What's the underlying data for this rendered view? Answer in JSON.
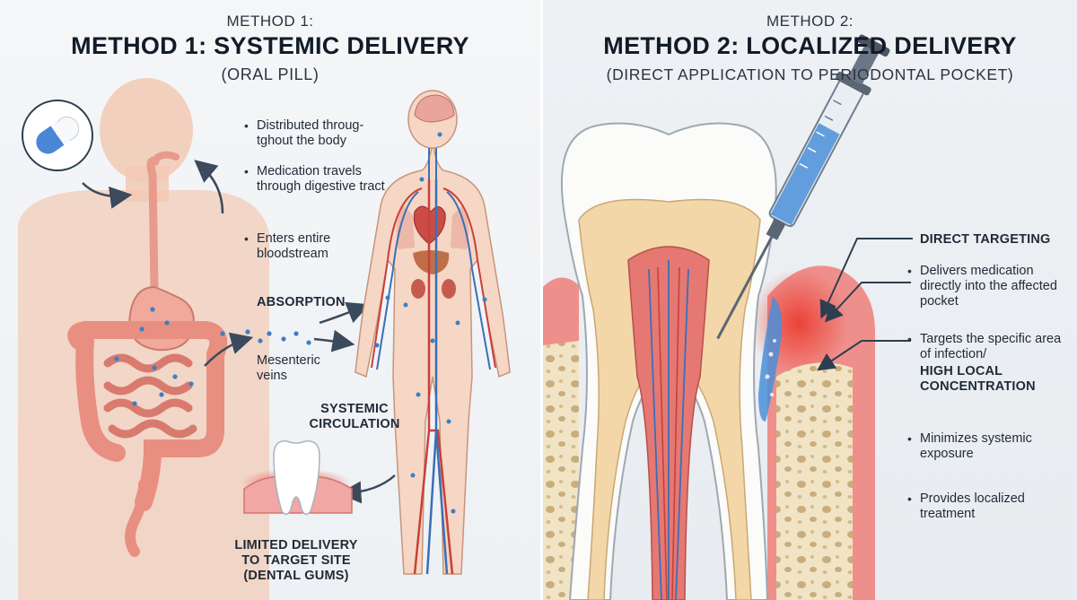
{
  "method1": {
    "small_title": "METHOD 1:",
    "title": "METHOD 1: SYSTEMIC DELIVERY",
    "subtitle": "(ORAL PILL)",
    "bullets": [
      "Distributed throug-tghout the body",
      "Medication travels through digestive tract",
      "Enters entire bloodstream"
    ],
    "labels": {
      "absorption": "ABSORPTION",
      "mesenteric": "Mesenteric veins",
      "systemic": "SYSTEMIC CIRCULATION",
      "limited": "LIMITED DELIVERY TO TARGET SITE (DENTAL GUMS)"
    }
  },
  "method2": {
    "small_title": "METHOD 2:",
    "title": "METHOD 2: LOCALIZED DELIVERY",
    "subtitle": "(DIRECT APPLICATION TO PERIODONTAL POCKET)",
    "heading": "DIRECT TARGETING",
    "bullets": [
      "Delivers medication directly into the affected pocket",
      "Targets the specific area of infection/",
      "Minimizes systemic exposure",
      "Provides localized treatment"
    ],
    "emphasis": "HIGH LOCAL CONCENTRATION"
  },
  "colors": {
    "accent_red": "#d9463b",
    "vein_blue": "#3a6fb5",
    "body_peach": "#f2c9b4",
    "gum_pink": "#ef8f8b",
    "medication_blue": "#4a8fd8"
  },
  "icons": [
    "pill-icon",
    "tooth-icon",
    "syringe-icon",
    "arrow-icon"
  ]
}
